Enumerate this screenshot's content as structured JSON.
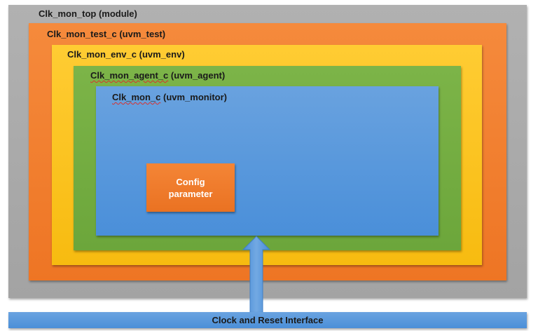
{
  "diagram": {
    "module": {
      "name": "Clk_mon_top",
      "type": "(module)",
      "color": "#a9a9a9"
    },
    "test": {
      "name": "Clk_mon_test_c",
      "type": "(uvm_test)",
      "color": "#f07b2c"
    },
    "env": {
      "name": "Clk_mon_env_c",
      "type": "(uvm_env)",
      "color": "#fbc21f"
    },
    "agent": {
      "name": "Clk_mon_agent_c",
      "type": "(uvm_agent)",
      "color": "#73ad41"
    },
    "monitor": {
      "name": "Clk_mon_c",
      "type": "(uvm_monitor)",
      "color": "#5a98dc"
    },
    "config": {
      "line1": "Config",
      "line2": "parameter",
      "color": "#ef7a2a"
    },
    "interface": {
      "label": "Clock and Reset Interface",
      "color": "#5a98dc"
    }
  }
}
